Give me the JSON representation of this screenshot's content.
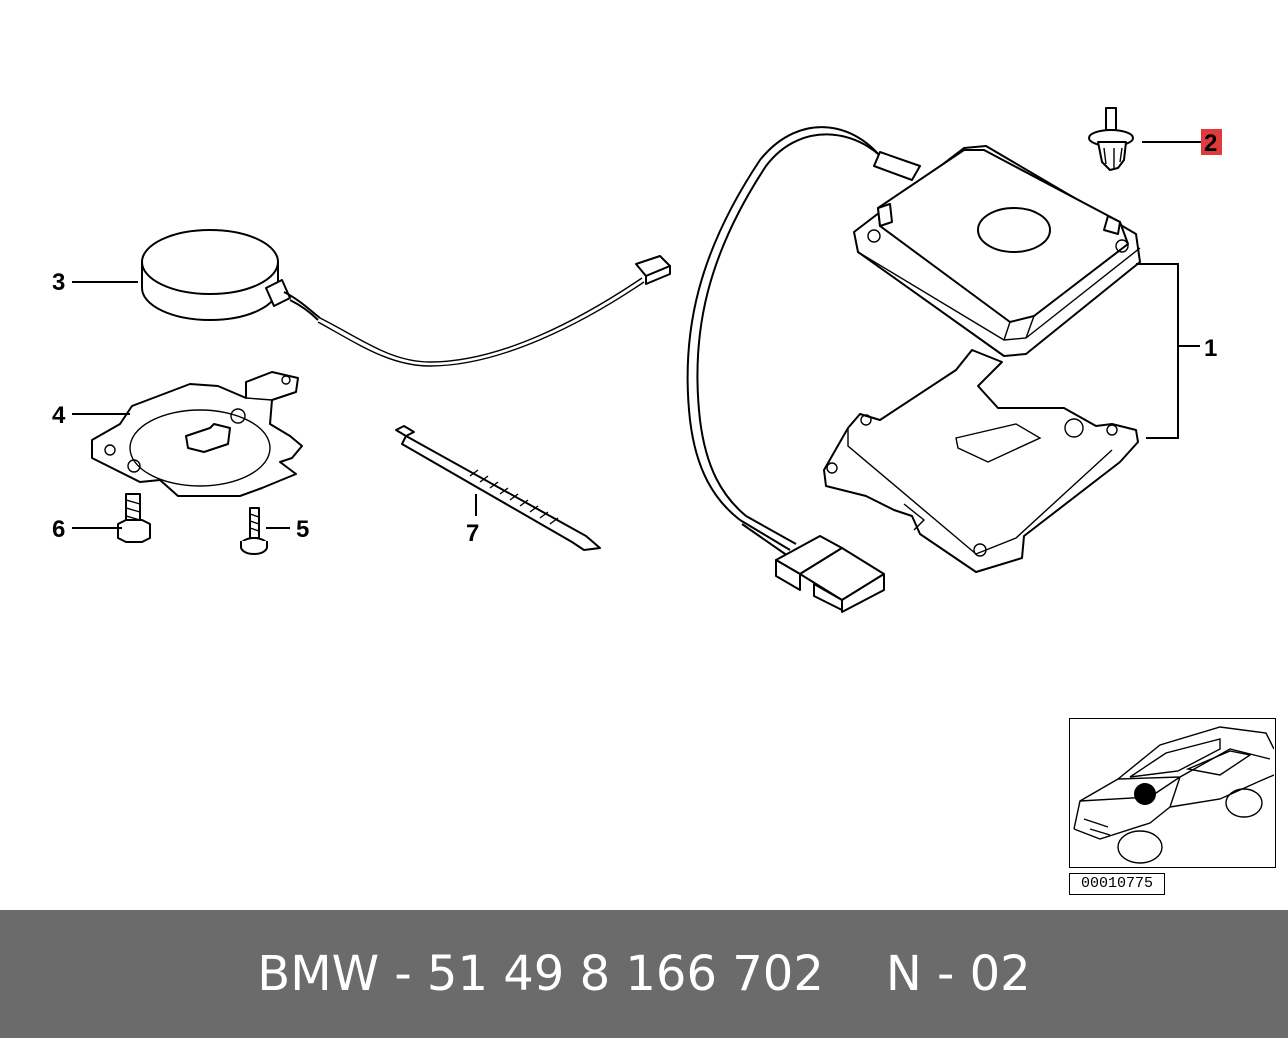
{
  "callouts": {
    "c1": "1",
    "c2": "2",
    "c3": "3",
    "c4": "4",
    "c5": "5",
    "c6": "6",
    "c7": "7"
  },
  "highlight_color": "#e03b3b",
  "inset": {
    "code": "00010775"
  },
  "footer": {
    "part_number": "BMW - 51 49 8 166 702",
    "code": "N - 02"
  }
}
